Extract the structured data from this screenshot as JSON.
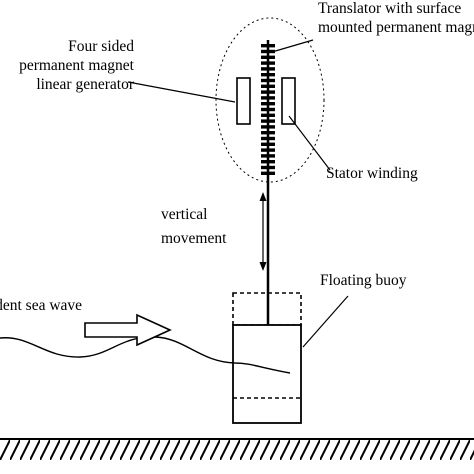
{
  "labels": {
    "generator_line1": "Four sided",
    "generator_line2": "permanent magnet",
    "generator_line3": "linear generator",
    "translator_line1": "Translator with surface",
    "translator_line2": "mounted permanent magnets",
    "stator": "Stator winding",
    "movement_line1": "vertical",
    "movement_line2": "movement",
    "buoy": "Floating buoy",
    "wave": "Incident sea wave"
  },
  "colors": {
    "stroke": "#000000",
    "background": "#ffffff"
  }
}
